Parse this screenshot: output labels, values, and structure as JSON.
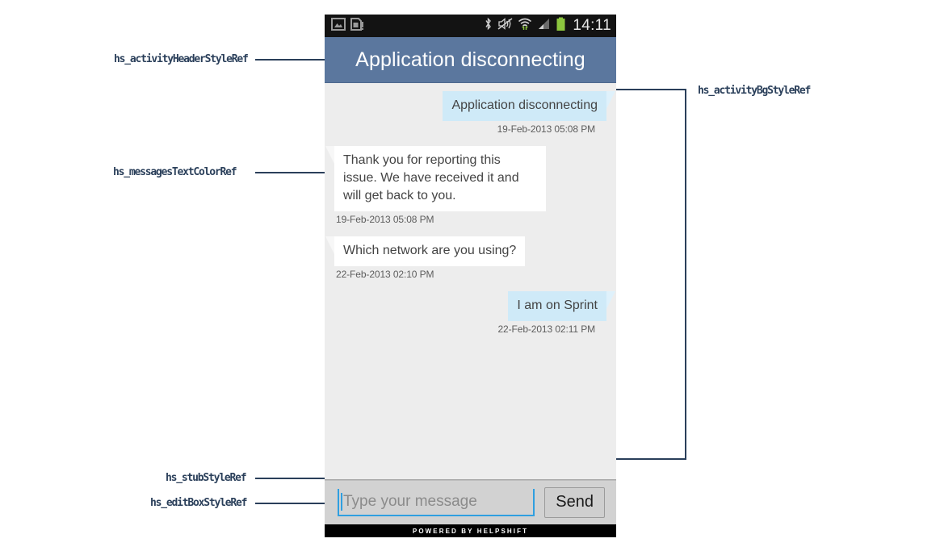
{
  "statusbar": {
    "notifications": [
      "image-icon",
      "sim-card-alert-icon"
    ],
    "indicators": [
      "bluetooth-icon",
      "volume-mute-icon",
      "wifi-icon",
      "signal-icon",
      "battery-icon"
    ],
    "clock": "14:11",
    "battery_color": "#8cc63e"
  },
  "header": {
    "title": "Application disconnecting",
    "bg_color": "#5b779e"
  },
  "conversation": {
    "bg_color": "#ededed",
    "outgoing_bubble_color": "#cfeaf8",
    "incoming_bubble_color": "#ffffff",
    "text_color": "#444444",
    "messages": [
      {
        "direction": "out",
        "text": "Application disconnecting",
        "timestamp": "19-Feb-2013 05:08 PM"
      },
      {
        "direction": "in",
        "text": "Thank you for reporting this issue. We have received it and will get back to you.",
        "timestamp": "19-Feb-2013 05:08 PM"
      },
      {
        "direction": "in",
        "text": "Which network are you using?",
        "timestamp": "22-Feb-2013 02:10 PM"
      },
      {
        "direction": "out",
        "text": "I am on Sprint",
        "timestamp": "22-Feb-2013 02:11 PM"
      }
    ]
  },
  "composer": {
    "placeholder": "Type your message",
    "value": "",
    "send_label": "Send",
    "focus_color": "#2f9fe0"
  },
  "footer": {
    "text": "POWERED BY HELPSHIFT"
  },
  "annotations": {
    "color": "#2a3f5a",
    "left": [
      {
        "label": "hs_activityHeaderStyleRef"
      },
      {
        "label": "hs_messagesTextColorRef"
      },
      {
        "label": "hs_stubStyleRef"
      },
      {
        "label": "hs_editBoxStyleRef"
      }
    ],
    "right": [
      {
        "label": "hs_activityBgStyleRef"
      }
    ]
  }
}
